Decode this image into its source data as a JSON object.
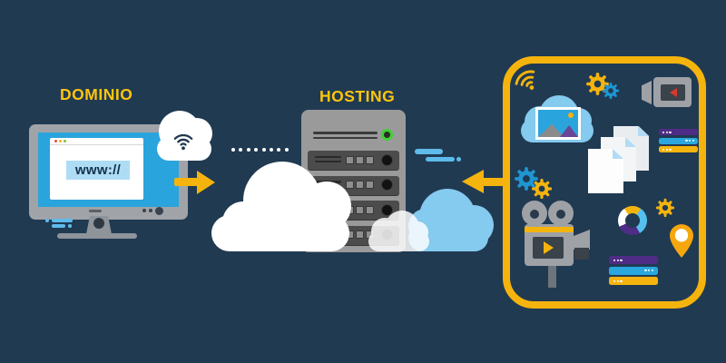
{
  "diagram": {
    "background_color": "#203A52",
    "accent_gold": "#F5B40D",
    "label_color": "#FFC50D",
    "domain": {
      "label": "DOMINIO",
      "url_text": "www://"
    },
    "hosting": {
      "label": "HOSTING",
      "rack_units": 4,
      "status_light_color": "#3FD133"
    },
    "content_panel": {
      "border_color": "#F5B40D",
      "icons": [
        "wifi-icon",
        "cloud-image-icon",
        "gear-icons",
        "video-camera-icon",
        "server-stack-icon",
        "documents-icon",
        "movie-camera-icon",
        "donut-chart-icon",
        "location-pin-icon",
        "server-stack-icon"
      ]
    },
    "arrows": {
      "domain_to_hosting": "right",
      "content_to_hosting": "left"
    },
    "palette": {
      "screen_blue": "#2AA4DC",
      "cloud_blue": "#85CAEF",
      "dash_blue": "#5FBBEB",
      "purple": "#4F2C86",
      "bar_blue": "#2AA7DE",
      "gear_blue": "#1E96D2",
      "icon_gray": "#9EA1A6",
      "server_gray": "#9A9A9A",
      "red": "#D8382E"
    }
  }
}
